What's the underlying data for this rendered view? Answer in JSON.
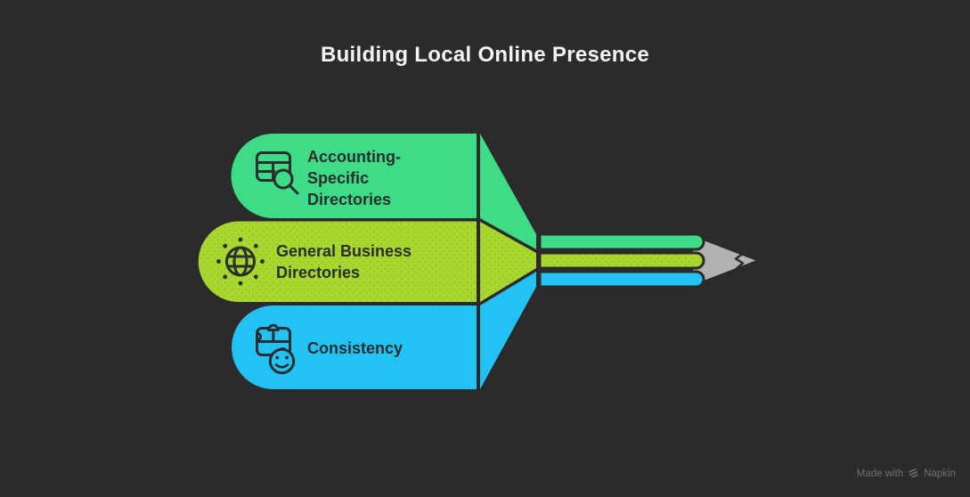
{
  "title": "Building Local Online Presence",
  "items": [
    {
      "id": "accounting-specific-directories",
      "label": "Accounting-Specific Directories",
      "color": "#3edc87",
      "icon": "table-search-icon"
    },
    {
      "id": "general-business-directories",
      "label": "General Business Directories",
      "color": "#a8d830",
      "icon": "globe-network-icon"
    },
    {
      "id": "consistency",
      "label": "Consistency",
      "color": "#22c3f4",
      "icon": "puzzle-smiley-icon"
    }
  ],
  "pencil": {
    "tip_color": "#b2b2b2",
    "crack_color": "#2b2b2b"
  },
  "canvas": {
    "background": "#2b2b2b",
    "dark_ink": "#2b2d2e",
    "title_color": "#f4f4f4"
  },
  "watermark": {
    "prefix": "Made with",
    "brand": "Napkin"
  }
}
